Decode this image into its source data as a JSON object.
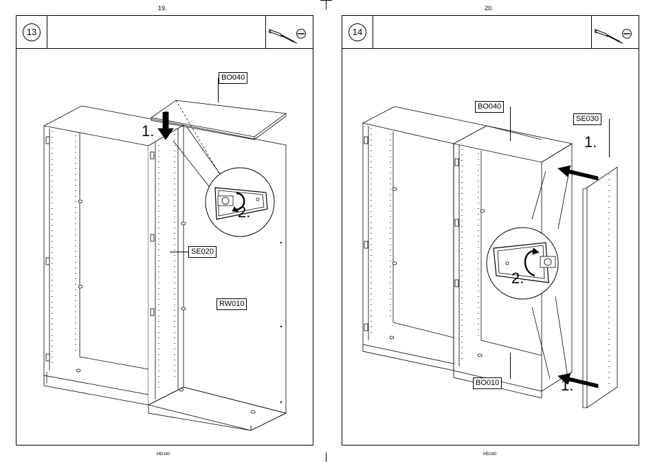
{
  "pages": [
    {
      "page_number": "19.",
      "step": "13",
      "labels": [
        "BO040",
        "SE020",
        "RW010"
      ],
      "callouts": [
        "1.",
        "2."
      ],
      "footer": "MD160"
    },
    {
      "page_number": "20.",
      "step": "14",
      "labels": [
        "BO040",
        "SE030",
        "BO010"
      ],
      "callouts": [
        "1.",
        "2.",
        "1."
      ],
      "footer": "MD160"
    }
  ],
  "tool_icons": [
    "screwdriver-icon",
    "flathead-screw-icon"
  ]
}
